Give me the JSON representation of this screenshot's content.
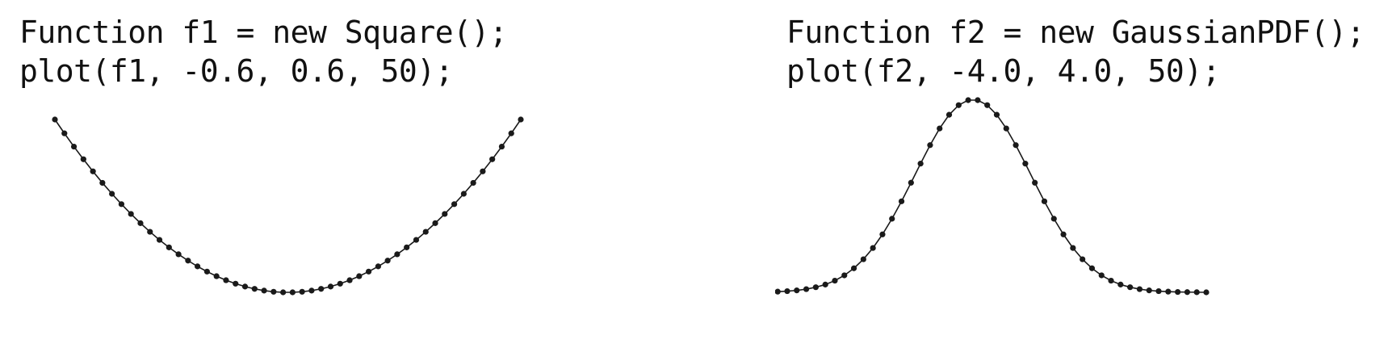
{
  "panels": [
    {
      "code": {
        "line1": "Function f1 = new Square();",
        "line2": "plot(f1, -0.6, 0.6, 50);"
      }
    },
    {
      "code": {
        "line1": "Function f2 = new GaussianPDF();",
        "line2": "plot(f2, -4.0, 4.0, 50);"
      }
    }
  ],
  "colors": {
    "text": "#111111",
    "line": "#1a1a1a",
    "marker": "#1a1a1a",
    "background": "#ffffff"
  },
  "chart_data": [
    {
      "type": "line",
      "function": "Square",
      "x_range": [
        -0.6,
        0.6
      ],
      "n_points": 50,
      "markers": true,
      "axes": false,
      "grid": false,
      "x": [
        -0.6,
        -0.5755,
        -0.551,
        -0.5265,
        -0.502,
        -0.4776,
        -0.4531,
        -0.4286,
        -0.4041,
        -0.3796,
        -0.3551,
        -0.3306,
        -0.3061,
        -0.2816,
        -0.2571,
        -0.2327,
        -0.2082,
        -0.1837,
        -0.1592,
        -0.1347,
        -0.1102,
        -0.0857,
        -0.0612,
        -0.0367,
        -0.0122,
        0.0122,
        0.0367,
        0.0612,
        0.0857,
        0.1102,
        0.1347,
        0.1592,
        0.1837,
        0.2082,
        0.2327,
        0.2571,
        0.2816,
        0.3061,
        0.3306,
        0.3551,
        0.3796,
        0.4041,
        0.4286,
        0.4531,
        0.4776,
        0.502,
        0.5265,
        0.551,
        0.5755,
        0.6
      ],
      "y": [
        0.36,
        0.3312,
        0.3036,
        0.2772,
        0.252,
        0.2281,
        0.2053,
        0.1837,
        0.1633,
        0.1441,
        0.1261,
        0.1093,
        0.0937,
        0.0793,
        0.0661,
        0.0541,
        0.0433,
        0.0337,
        0.0253,
        0.0181,
        0.0121,
        0.0073,
        0.0037,
        0.0013,
        0.0001,
        0.0001,
        0.0013,
        0.0037,
        0.0073,
        0.0121,
        0.0181,
        0.0253,
        0.0337,
        0.0433,
        0.0541,
        0.0661,
        0.0793,
        0.0937,
        0.1093,
        0.1261,
        0.1441,
        0.1633,
        0.1837,
        0.2053,
        0.2281,
        0.252,
        0.2772,
        0.3036,
        0.3312,
        0.36
      ]
    },
    {
      "type": "line",
      "function": "GaussianPDF",
      "x_range": [
        -4.0,
        4.0
      ],
      "n_points": 50,
      "markers": true,
      "axes": false,
      "grid": false,
      "x": [
        -4.0,
        -3.8367,
        -3.6735,
        -3.5102,
        -3.3469,
        -3.1837,
        -3.0204,
        -2.8571,
        -2.6939,
        -2.5306,
        -2.3673,
        -2.2041,
        -2.0408,
        -1.8776,
        -1.7143,
        -1.551,
        -1.3878,
        -1.2245,
        -1.0612,
        -0.898,
        -0.7347,
        -0.5714,
        -0.4082,
        -0.2449,
        -0.0816,
        0.0816,
        0.2449,
        0.4082,
        0.5714,
        0.7347,
        0.898,
        1.0612,
        1.2245,
        1.3878,
        1.551,
        1.7143,
        1.8776,
        2.0408,
        2.2041,
        2.3673,
        2.5306,
        2.6939,
        2.8571,
        3.0204,
        3.1837,
        3.3469,
        3.5102,
        3.6735,
        3.8367,
        4.0
      ],
      "y": [
        0.0001,
        0.0003,
        0.0005,
        0.0008,
        0.0015,
        0.0025,
        0.0041,
        0.0067,
        0.0106,
        0.0162,
        0.0242,
        0.0352,
        0.0498,
        0.0685,
        0.0918,
        0.1199,
        0.1523,
        0.1883,
        0.2268,
        0.2663,
        0.3045,
        0.339,
        0.3673,
        0.3872,
        0.3976,
        0.3976,
        0.3872,
        0.3673,
        0.339,
        0.3045,
        0.2663,
        0.2268,
        0.1883,
        0.1523,
        0.1199,
        0.0918,
        0.0685,
        0.0498,
        0.0352,
        0.0242,
        0.0162,
        0.0106,
        0.0067,
        0.0041,
        0.0025,
        0.0015,
        0.0008,
        0.0005,
        0.0003,
        0.0001
      ]
    }
  ]
}
